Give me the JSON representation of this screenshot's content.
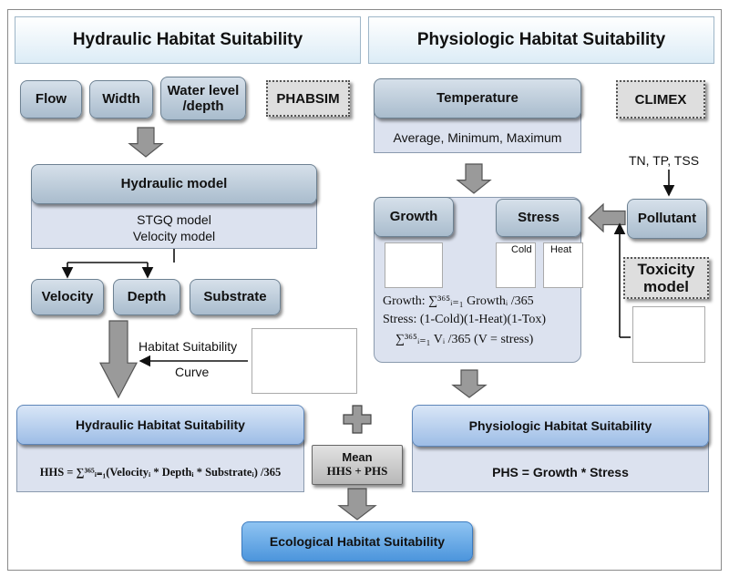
{
  "headers": {
    "left": "Hydraulic Habitat Suitability",
    "right": "Physiologic Habitat Suitability"
  },
  "left": {
    "inputs": [
      "Flow",
      "Width",
      "Water level\n/depth"
    ],
    "phabsim": "PHABSIM",
    "hydraulic_model": {
      "title": "Hydraulic model",
      "line1": "STGQ model",
      "line2": "Velocity model"
    },
    "outputs": [
      "Velocity",
      "Depth",
      "Substrate"
    ],
    "curve_label_1": "Habitat Suitability",
    "curve_label_2": "Curve",
    "hhs_title": "Hydraulic Habitat Suitability",
    "hhs_formula": "HHS = ∑³⁶⁵ᵢ₌₁(Velocityᵢ * Depthᵢ * Substrateᵢ) /365"
  },
  "right": {
    "temperature": "Temperature",
    "temp_stats": "Average, Minimum, Maximum",
    "climex": "CLIMEX",
    "pollutant_inputs": "TN, TP, TSS",
    "growth": "Growth",
    "stress": "Stress",
    "pollutant": "Pollutant",
    "cold": "Cold",
    "heat": "Heat",
    "toxicity": "Toxicity\nmodel",
    "growth_formula": "Growth: ∑³⁶⁵ᵢ₌₁ Growthᵢ /365",
    "stress_formula": "Stress: (1-Cold)(1-Heat)(1-Tox)",
    "v_formula": "∑³⁶⁵ᵢ₌₁ Vᵢ /365 (V = stress)",
    "phs_title": "Physiologic Habitat Suitability",
    "phs_formula": "PHS = Growth * Stress"
  },
  "mean": {
    "line1": "Mean",
    "line2": "HHS + PHS"
  },
  "ehs": "Ecological Habitat Suitability",
  "colors": {
    "pill": "#a9bccd",
    "blue_pill": "#9dbde6",
    "bright_pill": "#4c95dc",
    "panel": "#dce2ef",
    "header": "#dcecf6"
  }
}
